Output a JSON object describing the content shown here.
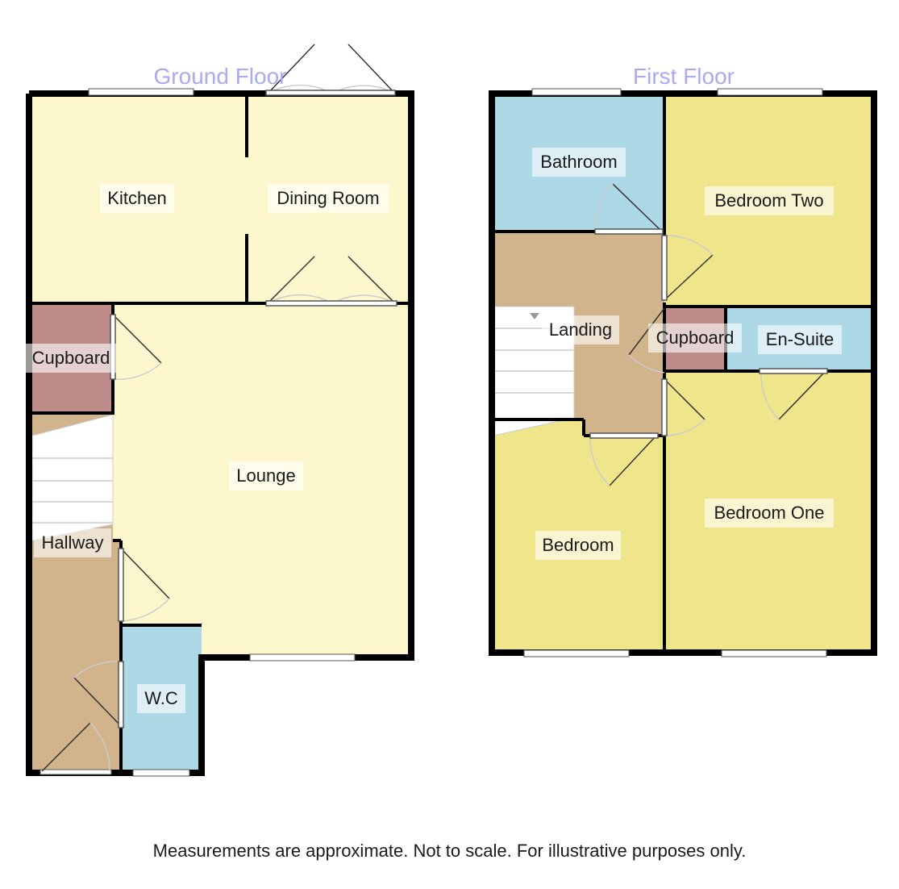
{
  "colors": {
    "kitchen": "#fcf7cd",
    "cupboard": "#bf8c8c",
    "hall": "#d2b48c",
    "wc": "#add8e6",
    "bedroom": "#efe68c",
    "wall": "#000000",
    "title": "#aaaaf0"
  },
  "ground_floor": {
    "title": "Ground Floor",
    "rooms": {
      "kitchen": "Kitchen",
      "dining": "Dining Room",
      "cupboard": "Cupboard",
      "lounge": "Lounge",
      "hallway": "Hallway",
      "wc": "W.C"
    }
  },
  "first_floor": {
    "title": "First Floor",
    "rooms": {
      "bathroom": "Bathroom",
      "bedroom_two": "Bedroom Two",
      "landing": "Landing",
      "cupboard": "Cupboard",
      "ensuite": "En-Suite",
      "bedroom": "Bedroom",
      "bedroom_one": "Bedroom One"
    }
  },
  "footer": "Measurements are approximate. Not to scale. For illustrative purposes only."
}
